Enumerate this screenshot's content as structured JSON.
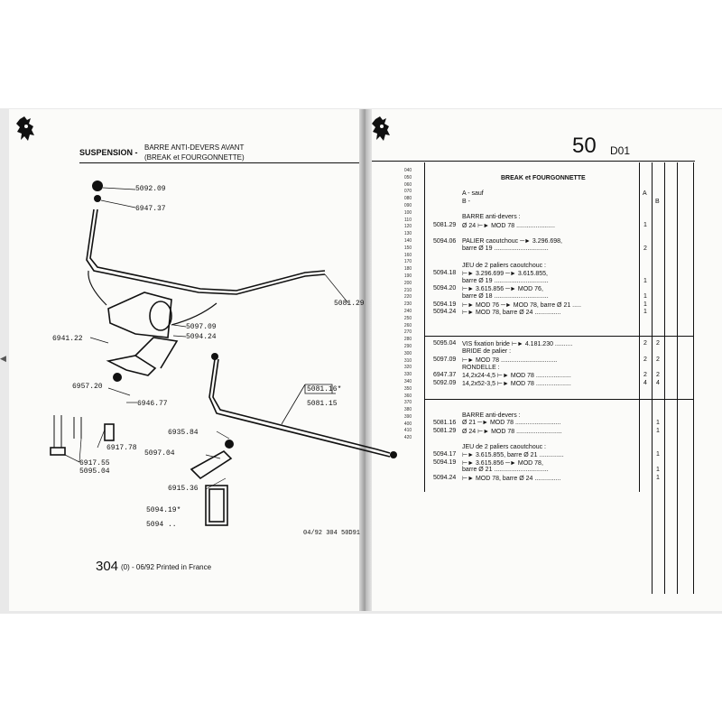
{
  "left_page": {
    "section_label": "SUSPENSION -",
    "title_line1": "BARRE ANTI-DEVERS AVANT",
    "title_line2": "(BREAK et FOURGONNETTE)",
    "callouts": {
      "c1": "5092.09",
      "c2": "6947.37",
      "c3": "5081.29",
      "c4": "6941.22",
      "c5": "5094.24",
      "c6": "5097.09",
      "c7": "6957.20",
      "c8": "6946.77",
      "c9": "6917.78",
      "c10": "6917.55",
      "c11": "5095.04",
      "c12": "6935.84",
      "c13": "5097.04",
      "c14": "6915.36",
      "c15": "5094.19*",
      "c16": "5094 ..",
      "c17": "5081.16*",
      "c18": "5081.15"
    },
    "drawing_ref": "04/92  304  50D91",
    "page_number": "304",
    "page_suffix": "(0) - 06/92  Printed in France"
  },
  "right_page": {
    "group_number": "50",
    "group_code": "D01",
    "line_numbers": [
      "040",
      "050",
      "060",
      "070",
      "080",
      "090",
      "100",
      "110",
      "120",
      "130",
      "140",
      "150",
      "160",
      "170",
      "180",
      "190",
      "200",
      "210",
      "220",
      "230",
      "240",
      "250",
      "260",
      "270",
      "280",
      "290",
      "300",
      "310",
      "320",
      "330",
      "340",
      "350",
      "360",
      "370",
      "380",
      "390",
      "400",
      "410",
      "420"
    ],
    "col_a": "A",
    "col_b": "B",
    "header": "BREAK et FOURGONNETTE",
    "rows": [
      {
        "ref": "",
        "text": "A - sauf",
        "a": "",
        "b": ""
      },
      {
        "ref": "",
        "text": "B -",
        "a": "",
        "b": ""
      },
      {
        "ref": "",
        "text": "BARRE anti-devers :",
        "a": "",
        "b": ""
      },
      {
        "ref": "5081.29",
        "text": "Ø 24 ⊢► MOD 78 ......................",
        "a": "1",
        "b": ""
      },
      {
        "ref": "5094.06",
        "text": "PALIER caoutchouc ─► 3.296.698,",
        "a": "",
        "b": ""
      },
      {
        "ref": "",
        "text": "barre Ø 19 ...............................",
        "a": "2",
        "b": ""
      },
      {
        "ref": "",
        "text": "JEU de 2 paliers caoutchouc :",
        "a": "",
        "b": ""
      },
      {
        "ref": "5094.18",
        "text": "⊢► 3.296.699 ─► 3.615.855,",
        "a": "",
        "b": ""
      },
      {
        "ref": "",
        "text": "barre Ø 19 ...............................",
        "a": "1",
        "b": ""
      },
      {
        "ref": "5094.20",
        "text": "⊢► 3.615.856 ─► MOD 76,",
        "a": "",
        "b": ""
      },
      {
        "ref": "",
        "text": "barre Ø 18 ...............................",
        "a": "1",
        "b": ""
      },
      {
        "ref": "5094.19",
        "text": "⊢► MOD 76 ─► MOD 78, barre Ø 21 .....",
        "a": "1",
        "b": ""
      },
      {
        "ref": "5094.24",
        "text": "⊢► MOD 78, barre Ø 24 ...............",
        "a": "1",
        "b": ""
      },
      {
        "ref": "5095.04",
        "text": "VIS fixation bride ⊢► 4.181.230 ..........",
        "a": "2",
        "b": "2"
      },
      {
        "ref": "",
        "text": "BRIDE de palier :",
        "a": "",
        "b": ""
      },
      {
        "ref": "5097.09",
        "text": "⊢► MOD 78 ................................",
        "a": "2",
        "b": "2"
      },
      {
        "ref": "",
        "text": "RONDELLE :",
        "a": "",
        "b": ""
      },
      {
        "ref": "6947.37",
        "text": "14,2x24-4,5 ⊢► MOD 78 ....................",
        "a": "2",
        "b": "2"
      },
      {
        "ref": "5092.09",
        "text": "14,2x52-3,5 ⊢► MOD 78 ....................",
        "a": "4",
        "b": "4"
      },
      {
        "ref": "",
        "text": "BARRE anti-devers :",
        "a": "",
        "b": ""
      },
      {
        "ref": "5081.16",
        "text": "Ø 21 ─► MOD 78 ..........................",
        "a": "",
        "b": "1"
      },
      {
        "ref": "5081.29",
        "text": "Ø 24 ⊢► MOD 78 ..........................",
        "a": "",
        "b": "1"
      },
      {
        "ref": "",
        "text": "JEU de 2 paliers caoutchouc :",
        "a": "",
        "b": ""
      },
      {
        "ref": "5094.17",
        "text": "⊢► 3.615.855, barre Ø 21 ..............",
        "a": "",
        "b": "1"
      },
      {
        "ref": "5094.19",
        "text": "⊢► 3.615.856 ─► MOD 78,",
        "a": "",
        "b": ""
      },
      {
        "ref": "",
        "text": "barre Ø 21 ...............................",
        "a": "",
        "b": "1"
      },
      {
        "ref": "5094.24",
        "text": "⊢► MOD 78, barre Ø 24 ...............",
        "a": "",
        "b": "1"
      }
    ]
  },
  "colors": {
    "ink": "#111111",
    "paper": "#fbfbf9",
    "backdrop": "#e9e9e9"
  },
  "icons": [
    "peugeot-lion-logo-icon",
    "part-marker-icon",
    "scroll-left-arrow-icon"
  ]
}
